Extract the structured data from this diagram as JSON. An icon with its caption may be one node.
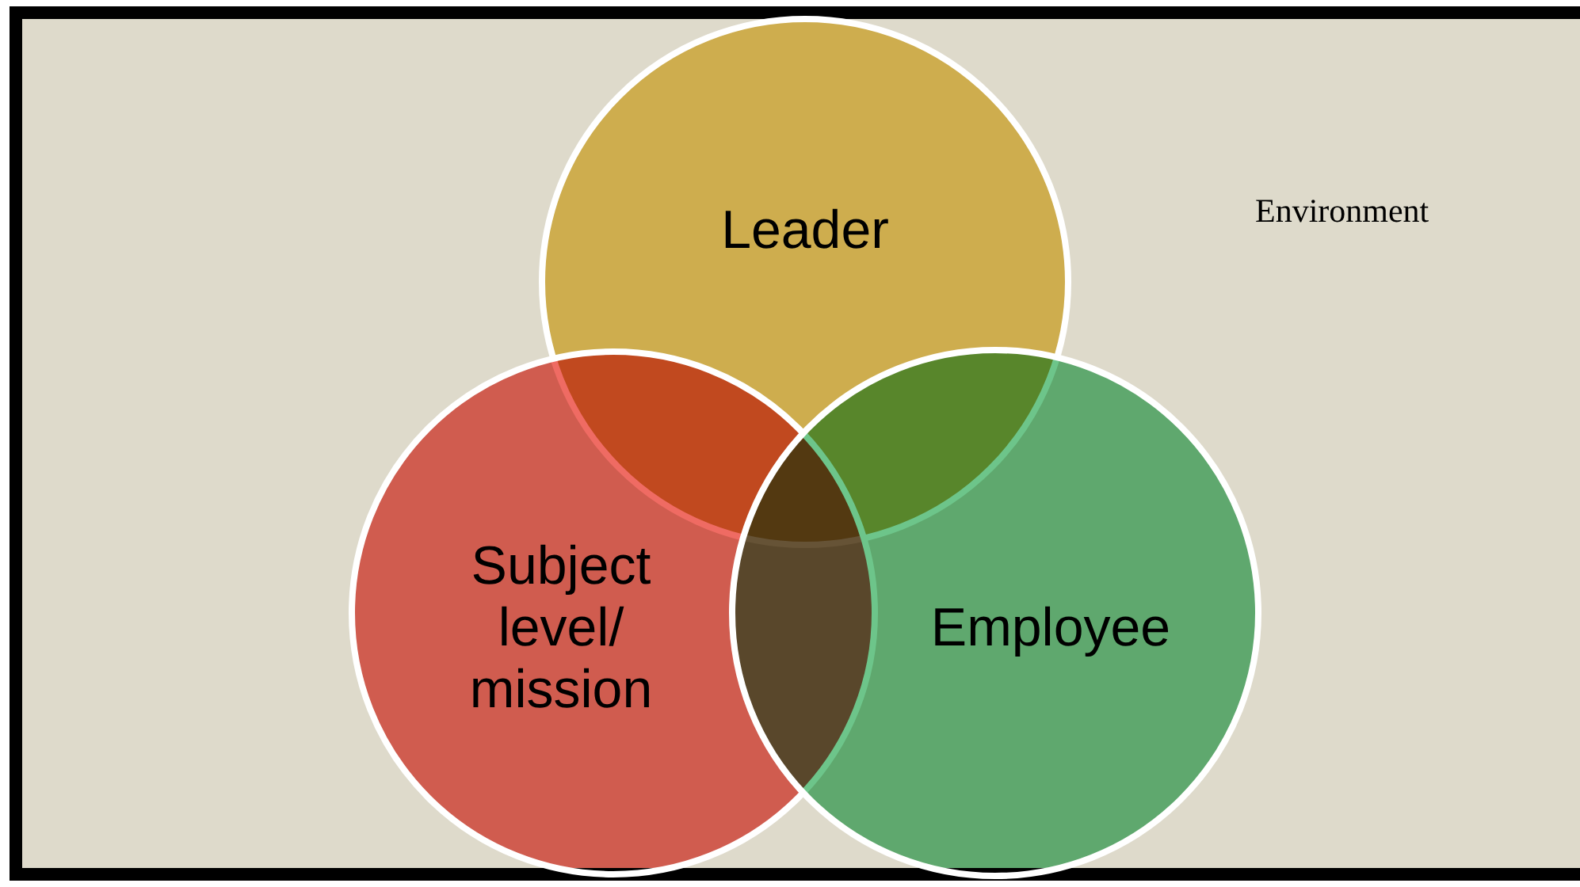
{
  "diagram": {
    "nodes": [
      {
        "text": [
          "Environment"
        ]
      },
      {
        "text": [
          "Leader"
        ],
        "in": 0
      },
      {
        "text": [
          "Subject level/ mission"
        ],
        "in": 0
      },
      {
        "text": [
          "Employee"
        ],
        "in": 0
      }
    ]
  }
}
